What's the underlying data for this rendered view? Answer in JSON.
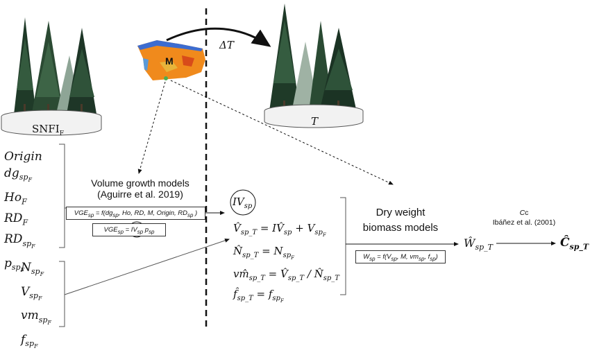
{
  "labels": {
    "snfi": "SNFI",
    "snfi_sub": "F",
    "target": "T",
    "delta_t": "ΔT",
    "map_letter": "M"
  },
  "volume_models": {
    "title": "Volume growth models",
    "citation": "(Aguirre et al. 2019)",
    "eq1": "VGE_sp = f(dg_sp, Ho, RD, M, Origin, RD_sp)",
    "eq2": "VGE_sp = IV_sp p_sp"
  },
  "biomass_models": {
    "title_line1": "Dry weight",
    "title_line2": "biomass models",
    "eq": "W_sp = f(V_sp, M, vm_sp, f_sp)"
  },
  "carbon": {
    "factor": "Cc",
    "citation": "Ibáñez et al. (2001)",
    "output": "Ĉ_sp_T",
    "biomass_output": "Ŵ_sp_T"
  },
  "input_group1": [
    "Origin",
    "dg_spF",
    "Ho_F",
    "RD_F",
    "RD_spF",
    "p_spF"
  ],
  "input_group2": [
    "N_spF",
    "V_spF",
    "vm_spF",
    "f_spF"
  ],
  "projection": {
    "iv": "IV_sp",
    "eqs": [
      "V_sp_T = IV_sp + V_spF",
      "N_sp_T = N_spF",
      "vm_sp_T = V_sp_T / N_sp_T",
      "f_sp_T = f_spF"
    ]
  },
  "colors": {
    "tree_dark": "#1f3a28",
    "tree_mid": "#2e5238",
    "map_orange": "#f08a1c",
    "map_blue": "#3c6cd0"
  }
}
